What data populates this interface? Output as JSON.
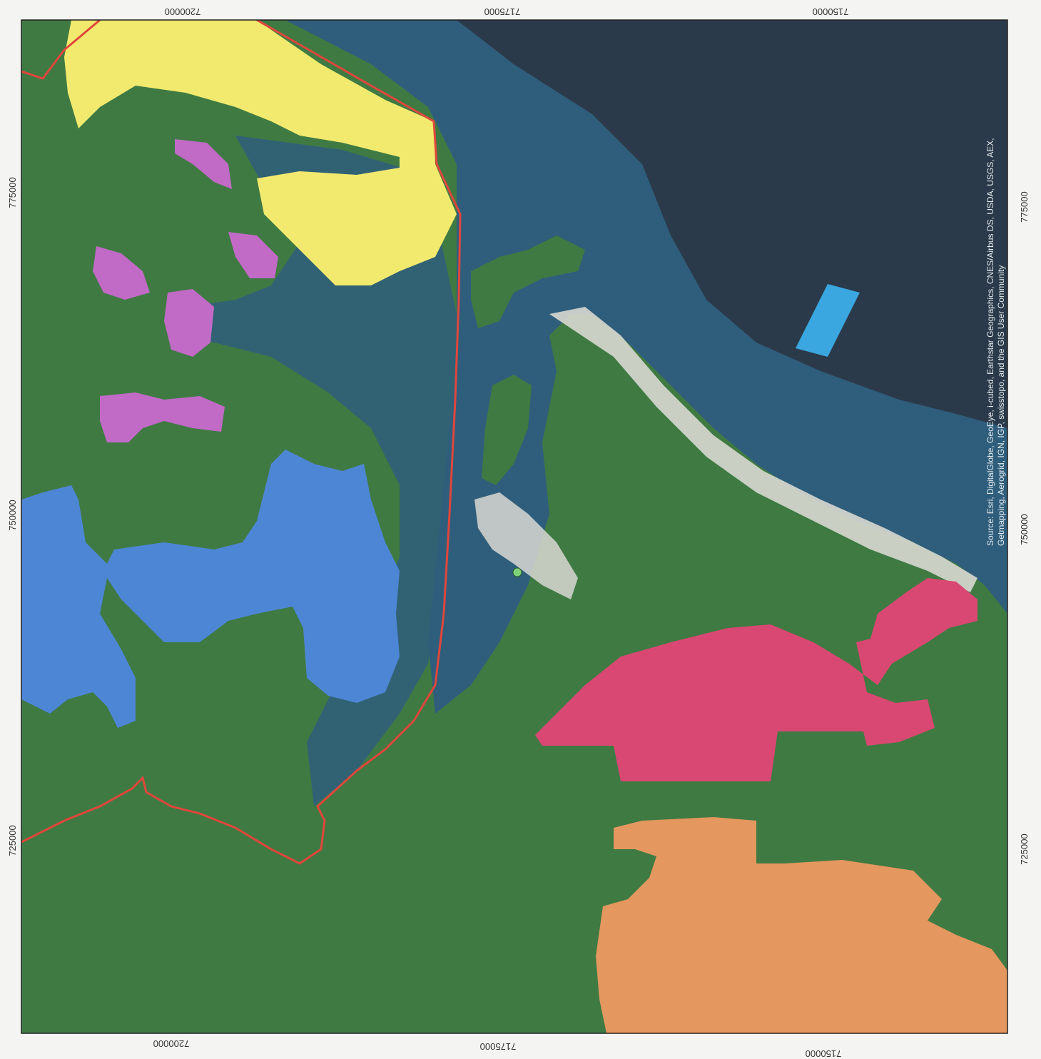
{
  "map": {
    "grid_labels": {
      "top": [
        "7200000",
        "7175000",
        "7150000"
      ],
      "bottom": [
        "7200000",
        "7175000",
        "7150000"
      ],
      "left": [
        "775000",
        "750000",
        "725000"
      ],
      "right": [
        "775000",
        "750000",
        "725000"
      ]
    },
    "attribution": {
      "line1": "Source: Esri, DigitalGlobe, GeoEye, i-cubed, Earthstar Geographics, CNES/Airbus DS, USDA, USGS, AEX,",
      "line2": "Getmapping, Aerogrid, IGN, IGP, swisstopo, and the GIS User Community"
    },
    "colors": {
      "ocean_deep": "#2b3a4a",
      "ocean_shelf": "#2f5e7c",
      "land": "#3f7a43",
      "boundary": "#e0463c",
      "zone_yellow": "#f2ea6e",
      "zone_magenta": "#c16ac6",
      "zone_blue": "#4e86d6",
      "zone_cyan": "#3aa7e0",
      "zone_crimson": "#d94872",
      "zone_orange": "#e4975e",
      "sand": "#d8d8d2",
      "point": "#7ed37a"
    }
  }
}
